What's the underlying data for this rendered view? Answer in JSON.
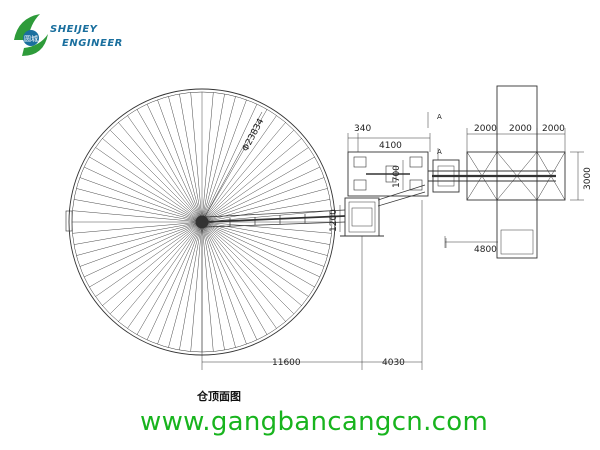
{
  "logo": {
    "line1": "SHEIJEY",
    "line2": "ENGINEER",
    "emblem_text": "圆城",
    "colors": {
      "green": "#2e9b3a",
      "blue": "#1a6f9e"
    }
  },
  "drawing": {
    "caption": "仓顶面图",
    "dimensions": {
      "diameter": "Φ23834",
      "d_340": "340",
      "d_4100": "4100",
      "d_1700": "1700",
      "d_1200": "1200",
      "d_2000_a": "2000",
      "d_2000_b": "2000",
      "d_2000_c": "2000",
      "d_3000": "3000",
      "d_4800": "4800",
      "d_11600": "11600",
      "d_4030": "4030"
    },
    "markers": {
      "section_a1": "A",
      "section_a2": "A"
    }
  },
  "website": "www.gangbancangcn.com",
  "colors": {
    "line": "#333333",
    "website": "#18b41e"
  }
}
